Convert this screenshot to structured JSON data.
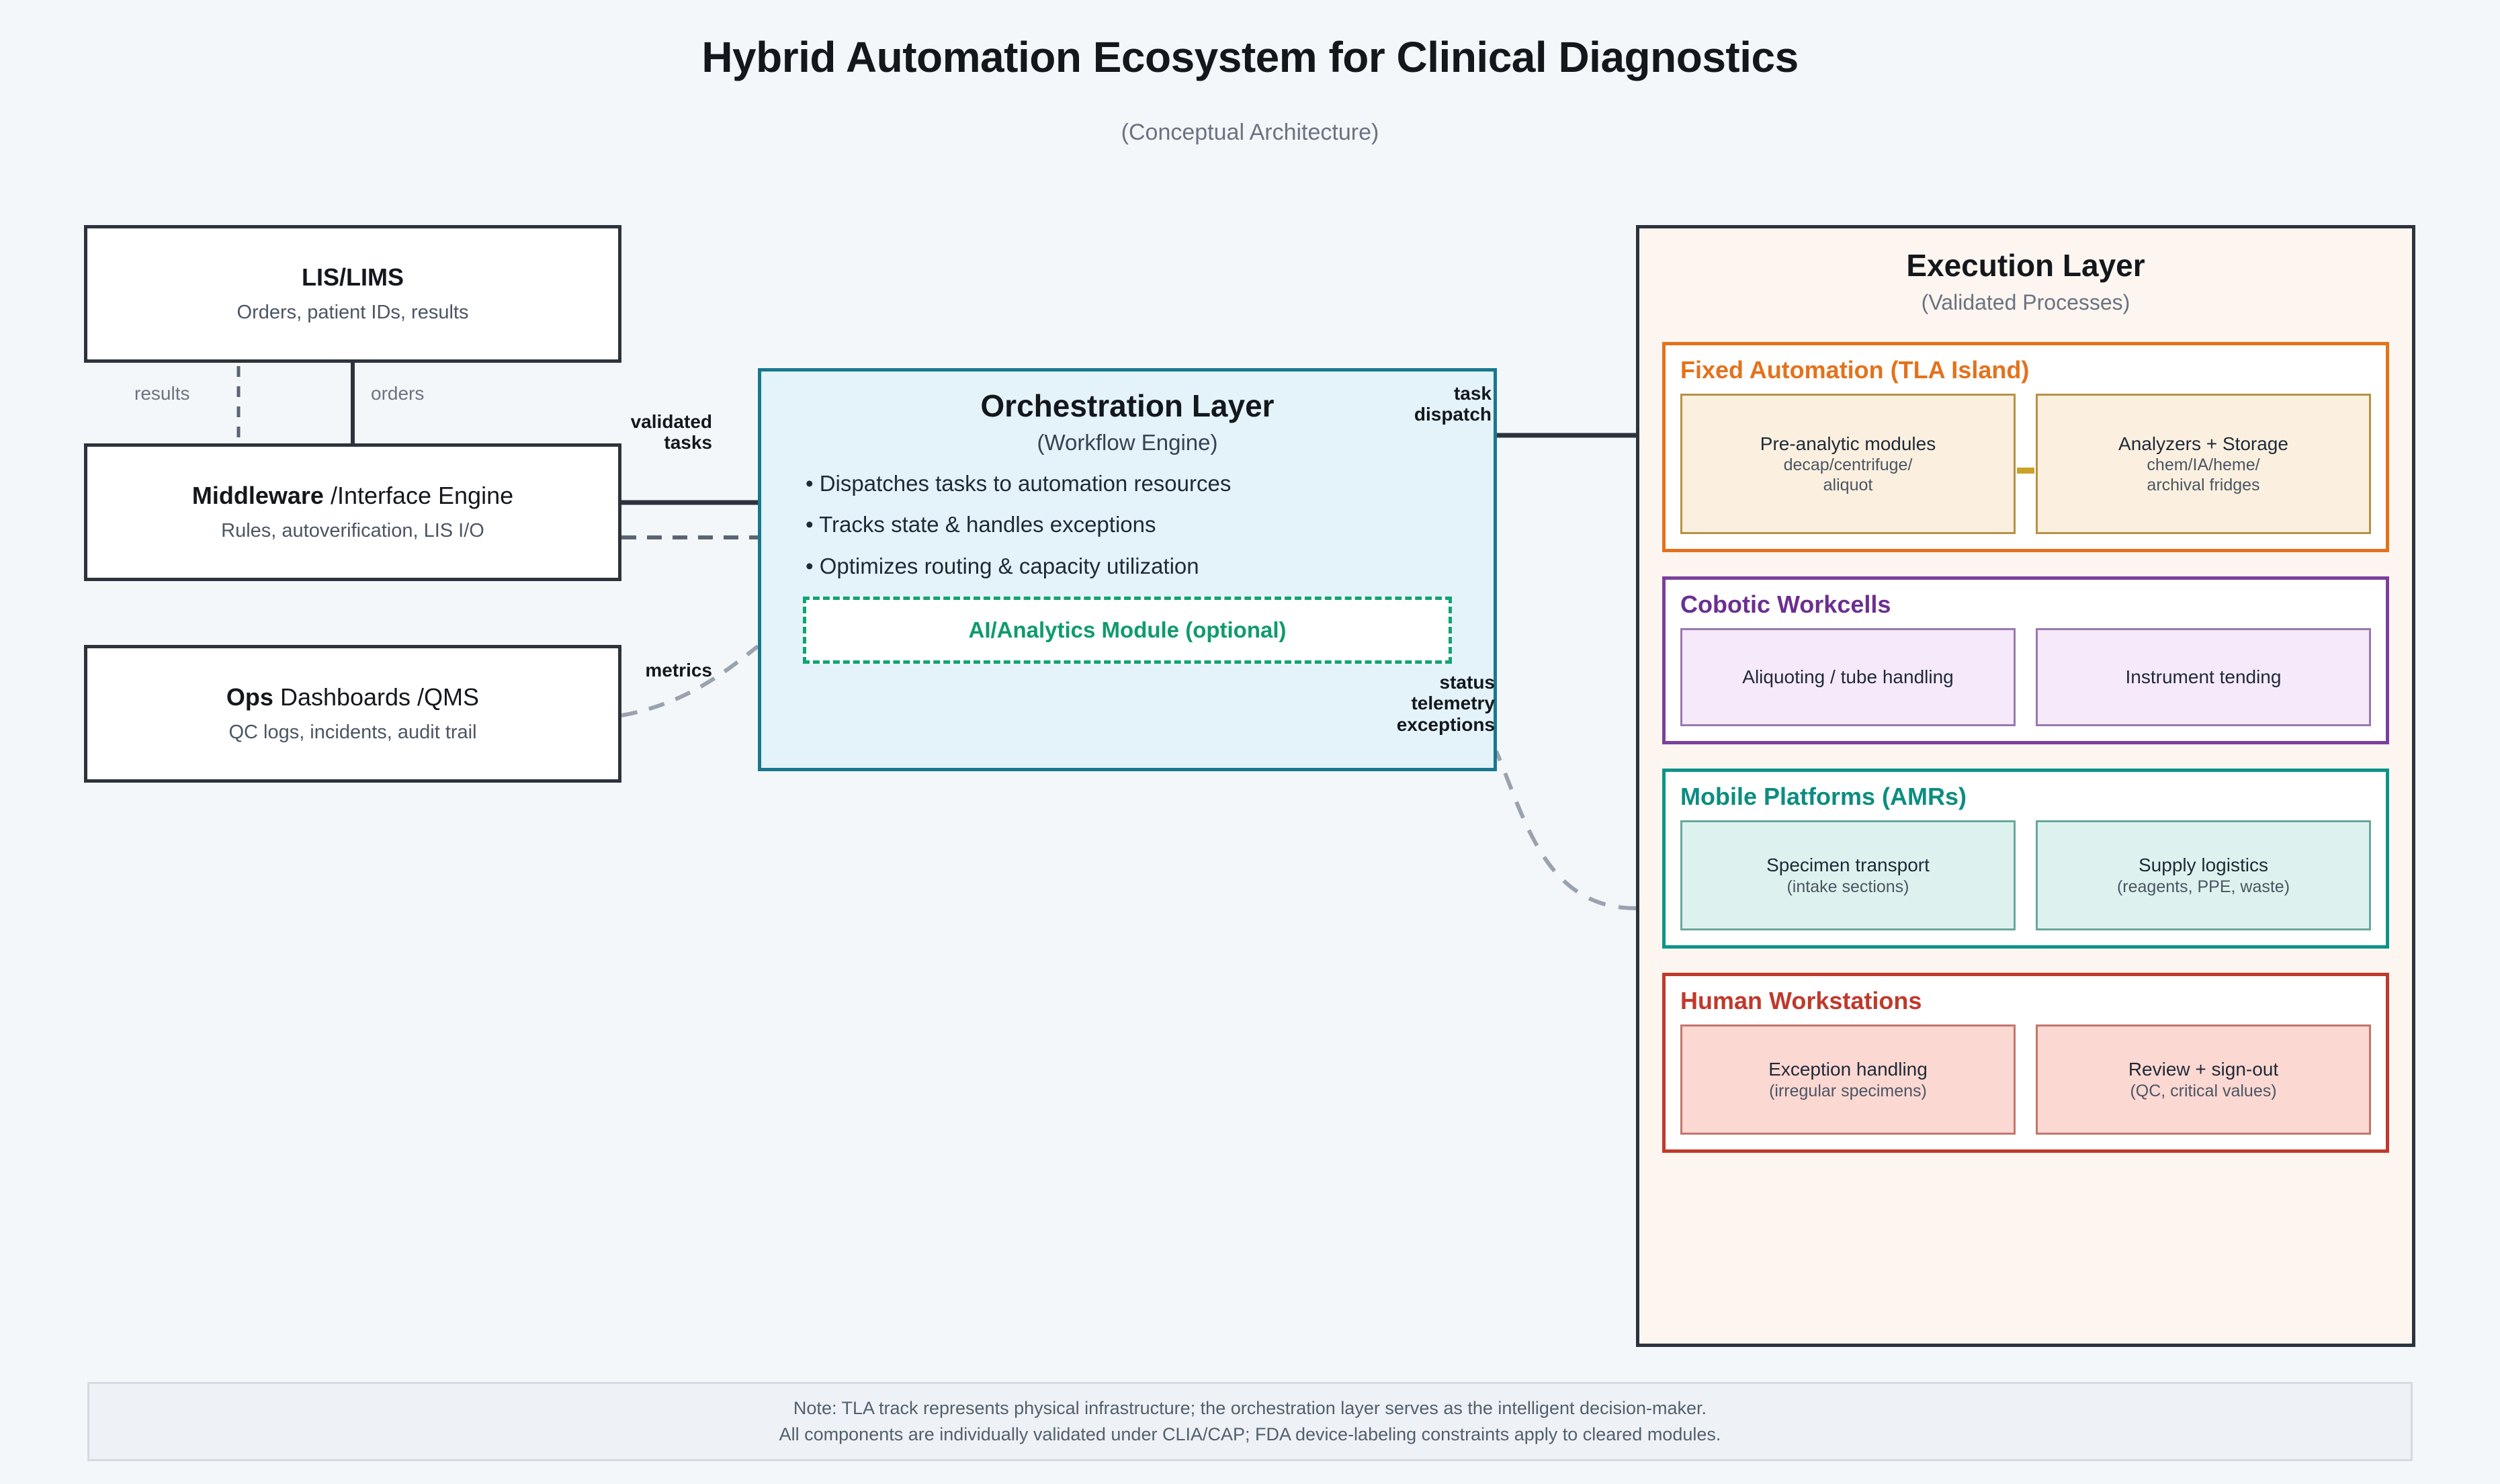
{
  "header": {
    "title": "Hybrid Automation Ecosystem for Clinical Diagnostics",
    "subtitle": "(Conceptual Architecture)"
  },
  "left_column": {
    "lis": {
      "title": "LIS/LIMS",
      "subtitle": "Orders, patient IDs, results"
    },
    "middleware": {
      "title_bold": "Middleware",
      "title_rest": " /Interface Engine",
      "subtitle": "Rules, autoverification, LIS I/O"
    },
    "ops": {
      "title_bold": "Ops",
      "title_rest": " Dashboards /QMS",
      "subtitle": "QC logs, incidents, audit trail"
    }
  },
  "connectors": {
    "results": "results",
    "orders": "orders",
    "validated_tasks_line1": "validated",
    "validated_tasks_line2": "tasks",
    "metrics": "metrics",
    "task_dispatch_line1": "task",
    "task_dispatch_line2": "dispatch",
    "status_line1": "status",
    "status_line2": "telemetry",
    "status_line3": "exceptions"
  },
  "orchestration": {
    "title": "Orchestration Layer",
    "subtitle": "(Workflow Engine)",
    "bullets": [
      "• Dispatches tasks to automation resources",
      "• Tracks state & handles exceptions",
      "• Optimizes routing & capacity utilization"
    ],
    "ai_module": "AI/Analytics Module (optional)"
  },
  "execution": {
    "title": "Execution Layer",
    "subtitle": "(Validated Processes)",
    "groups": [
      {
        "title": "Fixed Automation (TLA Island)",
        "accent": "#e3721c",
        "cells": [
          {
            "main": "Pre-analytic modules",
            "sub_lines": [
              "decap/centrifuge/",
              "aliquot"
            ]
          },
          {
            "main": "Analyzers + Storage",
            "sub_lines": [
              "chem/IA/heme/",
              "archival fridges"
            ]
          }
        ]
      },
      {
        "title": "Cobotic Workcells",
        "accent": "#6b2f8f",
        "cells": [
          {
            "main": "Aliquoting / tube handling",
            "sub_lines": []
          },
          {
            "main": "Instrument tending",
            "sub_lines": []
          }
        ]
      },
      {
        "title": "Mobile Platforms (AMRs)",
        "accent": "#0c8d80",
        "cells": [
          {
            "main": "Specimen transport",
            "sub_lines": [
              "(intake sections)"
            ]
          },
          {
            "main": "Supply logistics",
            "sub_lines": [
              "(reagents, PPE, waste)"
            ]
          }
        ]
      },
      {
        "title": "Human Workstations",
        "accent": "#c0392b",
        "cells": [
          {
            "main": "Exception handling",
            "sub_lines": [
              "(irregular specimens)"
            ]
          },
          {
            "main": "Review + sign-out",
            "sub_lines": [
              "(QC, critical values)"
            ]
          }
        ]
      }
    ]
  },
  "footer": {
    "line1": "Note: TLA track represents physical infrastructure; the orchestration layer serves as the intelligent decision-maker.",
    "line2": "All components are individually validated under CLIA/CAP; FDA device-labeling constraints apply to cleared modules."
  },
  "colors": {
    "page_background": "#f4f7fa",
    "orchestration_fill": "#e3f3f9",
    "orchestration_border": "#17788f",
    "execution_fill": "#fdf6f0",
    "box_border": "#2c333d",
    "ai_green": "#0f9b6c"
  }
}
